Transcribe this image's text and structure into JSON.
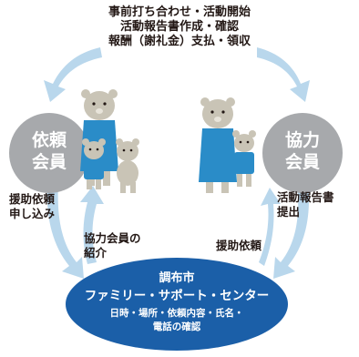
{
  "top_steps": [
    "事前打ち合わせ・活動開始",
    "活動報告書作成・確認",
    "報酬（謝礼金）支払・領収"
  ],
  "client_member": {
    "line1": "依頼",
    "line2": "会員"
  },
  "helper_member": {
    "line1": "協力",
    "line2": "会員"
  },
  "center": {
    "org": "調布市",
    "name": "ファミリー・サポート・センター",
    "detail_line1": "日時・場所・依頼内容・氏名・",
    "detail_line2": "電話の確認"
  },
  "labels": {
    "request_line1": "援助依頼",
    "request_line2": "申し込み",
    "intro_line1": "協力会員の",
    "intro_line2": "紹介",
    "report_line1": "活動報告書",
    "report_line2": "提出",
    "support_request": "援助依頼"
  },
  "colors": {
    "arrow": "#b9d7ec",
    "member_circle": "#a7a9ac",
    "center": "#1b5fa8",
    "bear": "#c9c4b6",
    "outfit": "#2a8cc8"
  }
}
